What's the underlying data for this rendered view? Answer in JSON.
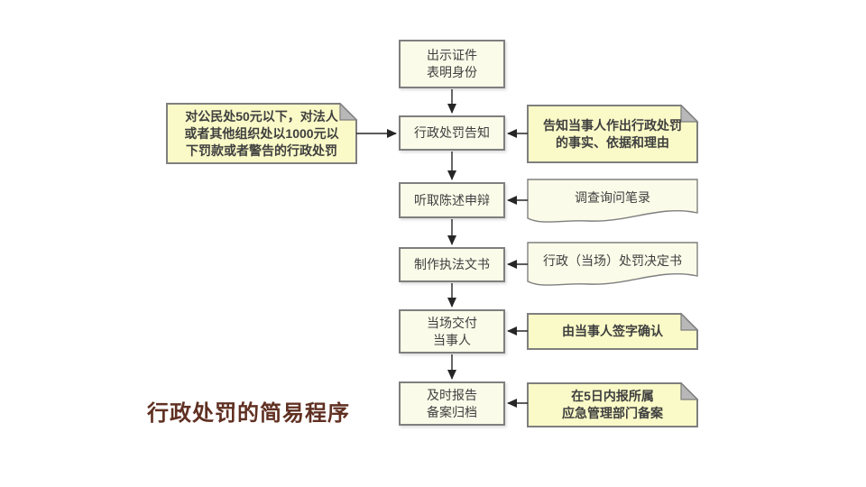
{
  "title": {
    "text": "行政处罚的简易程序",
    "color": "#603022"
  },
  "colors": {
    "background": "#ffffff",
    "process_fill": "#fbfbe9",
    "note_fill": "#fafac8",
    "shape_border": "#7f7f7f",
    "fold": "#b8b8b8",
    "text": "#3f3f3f",
    "connector": "#262626"
  },
  "flow_steps": [
    {
      "label": "出示证件\n表明身份"
    },
    {
      "label": "行政处罚告知"
    },
    {
      "label": "听取陈述申辩"
    },
    {
      "label": "制作执法文书"
    },
    {
      "label": "当场交付\n当事人"
    },
    {
      "label": "及时报告\n备案归档"
    }
  ],
  "left_note": {
    "shape": "note",
    "label": "对公民处50元以下，对法人\n或者其他组织处以1000元以\n下罚款或者警告的行政处罚"
  },
  "right_annotations": [
    {
      "shape": "note",
      "label": "告知当事人作出行政处罚\n的事实、依据和理由"
    },
    {
      "shape": "document",
      "label": "调查询问笔录"
    },
    {
      "shape": "document",
      "label": "行政（当场）处罚决定书"
    },
    {
      "shape": "note",
      "label": "由当事人签字确认"
    },
    {
      "shape": "note",
      "label": "在5日内报所属\n应急管理部门备案"
    }
  ],
  "edges": [
    {
      "from": "出示证件表明身份",
      "to": "行政处罚告知"
    },
    {
      "from": "行政处罚告知",
      "to": "听取陈述申辩"
    },
    {
      "from": "听取陈述申辩",
      "to": "制作执法文书"
    },
    {
      "from": "制作执法文书",
      "to": "当场交付当事人"
    },
    {
      "from": "当场交付当事人",
      "to": "及时报告备案归档"
    },
    {
      "from": "对公民处50元以下，对法人或者其他组织处以1000元以下罚款或者警告的行政处罚",
      "to": "行政处罚告知"
    },
    {
      "from": "告知当事人作出行政处罚的事实、依据和理由",
      "to": "行政处罚告知"
    },
    {
      "from": "调查询问笔录",
      "to": "听取陈述申辩"
    },
    {
      "from": "行政（当场）处罚决定书",
      "to": "制作执法文书"
    },
    {
      "from": "由当事人签字确认",
      "to": "当场交付当事人"
    },
    {
      "from": "在5日内报所属应急管理部门备案",
      "to": "及时报告备案归档"
    }
  ]
}
